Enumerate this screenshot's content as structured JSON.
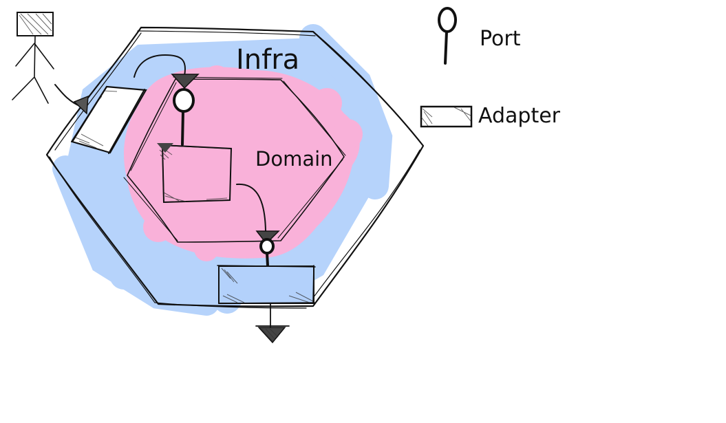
{
  "diagram": {
    "labels": {
      "infra": "Infra",
      "domain": "Domain"
    },
    "legend": {
      "port": "Port",
      "adapter": "Adapter"
    },
    "colors": {
      "infra_fill": "#b3d1fb",
      "domain_fill": "#f9b1d9",
      "ink": "#111111",
      "background": "#ffffff"
    },
    "icons": {
      "actor": "stick-figure-icon",
      "port": "port-lollipop-icon",
      "adapter": "adapter-rectangle-icon",
      "arrow": "arrowhead-icon"
    }
  }
}
